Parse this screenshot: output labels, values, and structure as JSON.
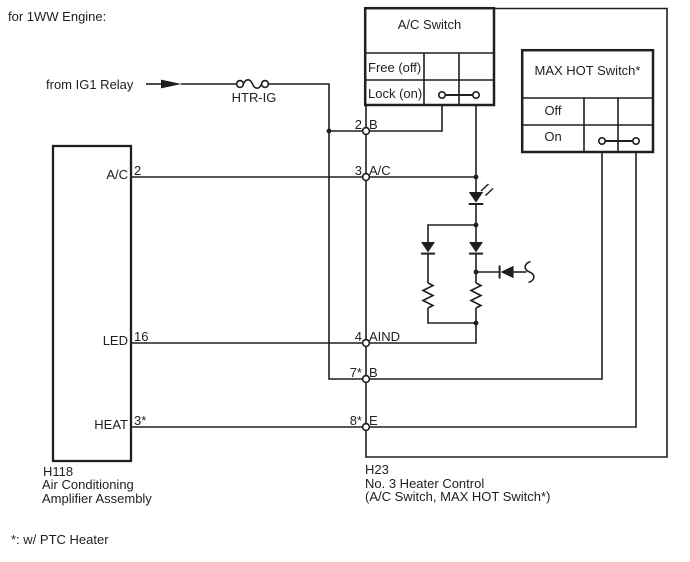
{
  "engine_note": "for 1WW Engine:",
  "power_source": {
    "label": "from IG1 Relay",
    "fuse_label": "HTR-IG"
  },
  "ac_switch": {
    "title": "A/C Switch",
    "row_off": "Free (off)",
    "row_on": "Lock (on)"
  },
  "max_hot_switch": {
    "title": "MAX HOT Switch*",
    "row_off": "Off",
    "row_on": "On"
  },
  "h118": {
    "code": "H118",
    "name1": "Air Conditioning",
    "name2": "Amplifier Assembly",
    "pins": [
      {
        "num": "2",
        "label": "A/C"
      },
      {
        "num": "16",
        "label": "LED"
      },
      {
        "num": "3*",
        "label": "HEAT"
      }
    ]
  },
  "h23": {
    "code": "H23",
    "name1": "No. 3 Heater Control",
    "name2": "(A/C Switch, MAX HOT Switch*)",
    "pins": [
      {
        "num": "2",
        "label": "B"
      },
      {
        "num": "3",
        "label": "A/C"
      },
      {
        "num": "4",
        "label": "AIND"
      },
      {
        "num": "7*",
        "label": "B"
      },
      {
        "num": "8*",
        "label": "E"
      }
    ]
  },
  "footnote": "*: w/ PTC Heater",
  "colors": {
    "line": "#1f1f1f",
    "background": "#ffffff"
  }
}
